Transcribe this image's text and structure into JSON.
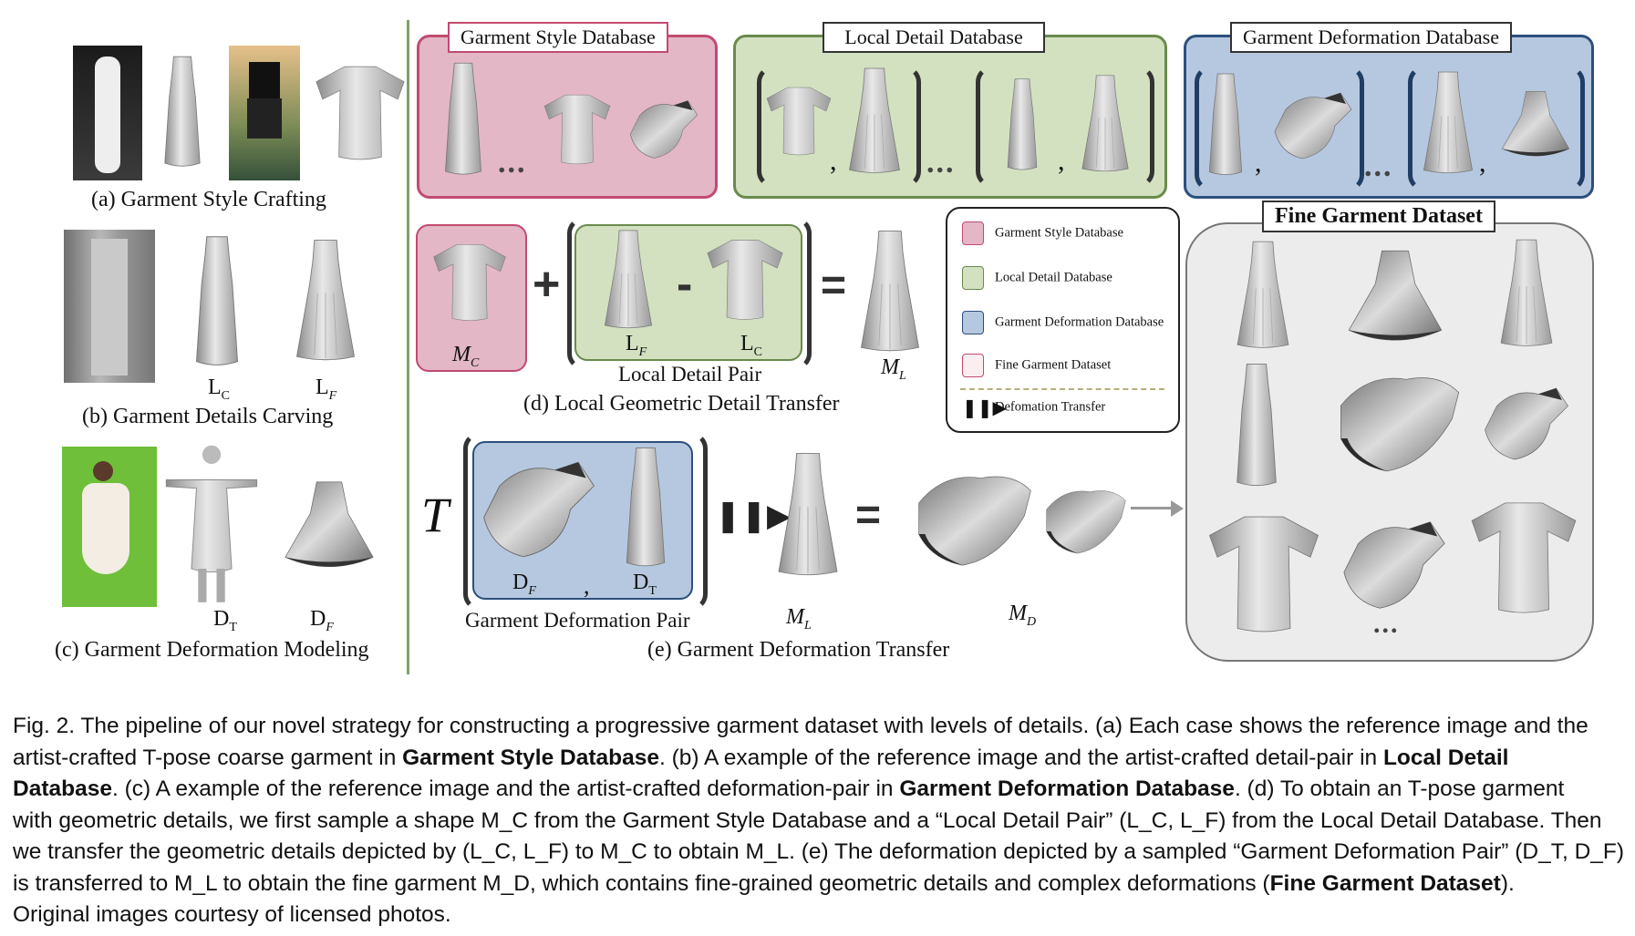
{
  "panels": {
    "a": "(a) Garment Style Crafting",
    "b": "(b) Garment Details Carving",
    "c": "(c) Garment Deformation Modeling",
    "d": "(d) Local Geometric Detail Transfer",
    "e": "(e) Garment Deformation Transfer"
  },
  "databases": {
    "style": "Garment Style Database",
    "local": "Local Detail Database",
    "deform": "Garment Deformation Database",
    "fine": "Fine Garment Dataset"
  },
  "labels": {
    "LC": "L",
    "LC_sub": "C",
    "LF": "L",
    "LF_sub": "F",
    "DT": "D",
    "DT_sub": "T",
    "DF": "D",
    "DF_sub": "F",
    "MC": "M",
    "MC_sub": "C",
    "ML": "M",
    "ML_sub": "L",
    "MD": "M",
    "MD_sub": "D",
    "T": "T",
    "local_detail_pair": "Local Detail Pair",
    "garment_deformation_pair": "Garment Deformation Pair",
    "ellipsis": "...",
    "comma": ","
  },
  "legend": [
    {
      "label": "Garment Style Database",
      "color": "#e3b7c5"
    },
    {
      "label": "Local Detail Database",
      "color": "#d3e1c1"
    },
    {
      "label": "Garment Deformation Database",
      "color": "#b6c8e0"
    },
    {
      "label": "Fine Garment Dataset",
      "color": "#fbeef0"
    },
    {
      "label": "",
      "color": ""
    },
    {
      "label": "Defomation Transfer",
      "color": ""
    }
  ],
  "colors": {
    "style": "#e3b7c5",
    "style_border": "#c24a70",
    "local": "#d3e1c1",
    "local_border": "#6a8a4c",
    "deform": "#b6c8e0",
    "deform_border": "#2c4f7d",
    "fine": "#ececec",
    "divider": "#7fa06a"
  },
  "caption": {
    "l1": "Fig. 2.  The pipeline of our novel strategy for constructing a progressive garment dataset with levels of details. (a) Each case shows the reference image and the",
    "l2a": "artist-crafted T-pose coarse garment in ",
    "l2b": "Garment Style Database",
    "l2c": ". (b) A example of the reference image and the artist-crafted detail-pair in ",
    "l2d": "Local Detail",
    "l3a": "Database",
    "l3b": ". (c) A example of the reference image and the artist-crafted deformation-pair in ",
    "l3c": "Garment Deformation Database",
    "l3d": ". (d) To obtain an T-pose garment",
    "l4": "with geometric details, we first sample a shape M_C from the Garment Style Database and a “Local Detail Pair” (L_C, L_F) from the Local Detail Database. Then",
    "l5": "we transfer the geometric details depicted by (L_C, L_F) to M_C to obtain M_L. (e) The deformation depicted by a sampled “Garment Deformation Pair” (D_T, D_F)",
    "l6a": "is transferred to M_L to obtain the fine garment M_D, which contains fine-grained geometric details and complex deformations (",
    "l6b": "Fine Garment Dataset",
    "l6c": ").",
    "l7": "Original images courtesy of licensed photos."
  }
}
